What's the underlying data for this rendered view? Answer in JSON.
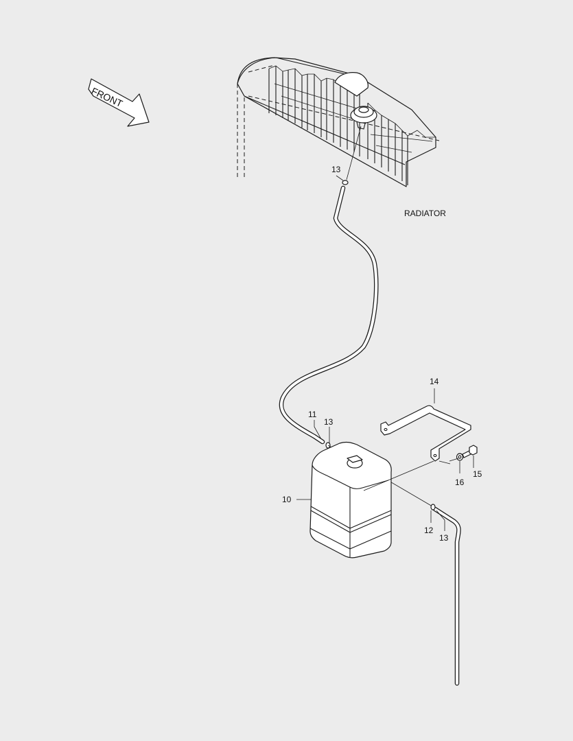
{
  "diagram": {
    "direction_label": "FRONT",
    "component_label": "RADIATOR",
    "callouts": {
      "c13_top": "13",
      "c11": "11",
      "c13_mid": "13",
      "c14": "14",
      "c10": "10",
      "c16": "16",
      "c15": "15",
      "c12": "12",
      "c13_bottom": "13"
    }
  }
}
